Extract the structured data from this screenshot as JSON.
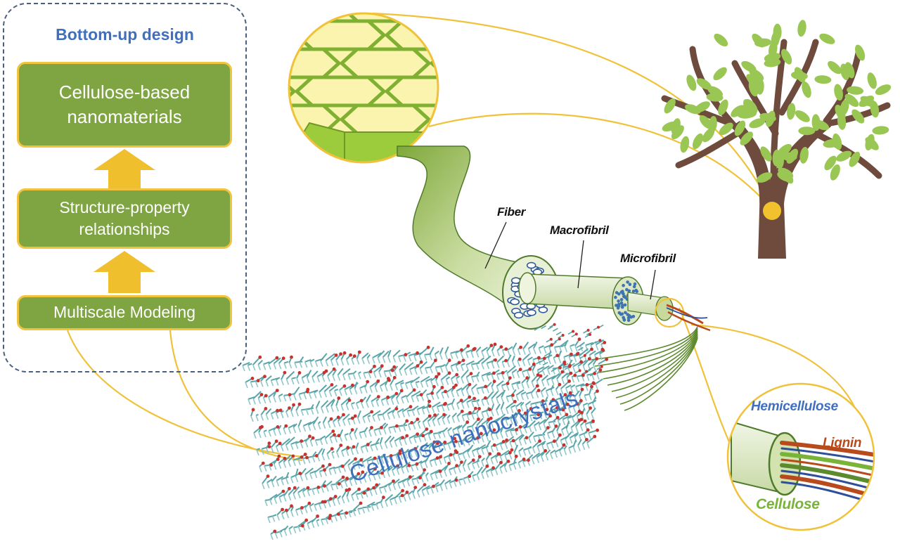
{
  "panel": {
    "title": "Bottom-up design",
    "boxes": {
      "top": "Cellulose-based\nnanomaterials",
      "middle": "Structure-property\nrelationships",
      "bottom": "Multiscale Modeling"
    }
  },
  "labels": {
    "fiber": "Fiber",
    "macrofibril": "Macrofibril",
    "microfibril": "Microfibril",
    "hemicellulose": "Hemicellulose",
    "lignin": "Lignin",
    "cellulose": "Cellulose",
    "nanocrystals": "Cellulose nanocrystals"
  },
  "colors": {
    "accent_blue": "#3f6fbe",
    "box_green": "#7fa442",
    "box_border": "#f1c33f",
    "arrow_yellow": "#f0bf2e",
    "connector_yellow": "#f0c23a",
    "leaf_green": "#9ac653",
    "trunk_brown": "#6e4b3c",
    "cell_yellow": "#fbf4ae",
    "lignin_brown": "#b84a1c",
    "cellulose_green": "#7ab33a",
    "carbon_teal": "#5aa5a8",
    "oxygen_red": "#c8322e"
  }
}
